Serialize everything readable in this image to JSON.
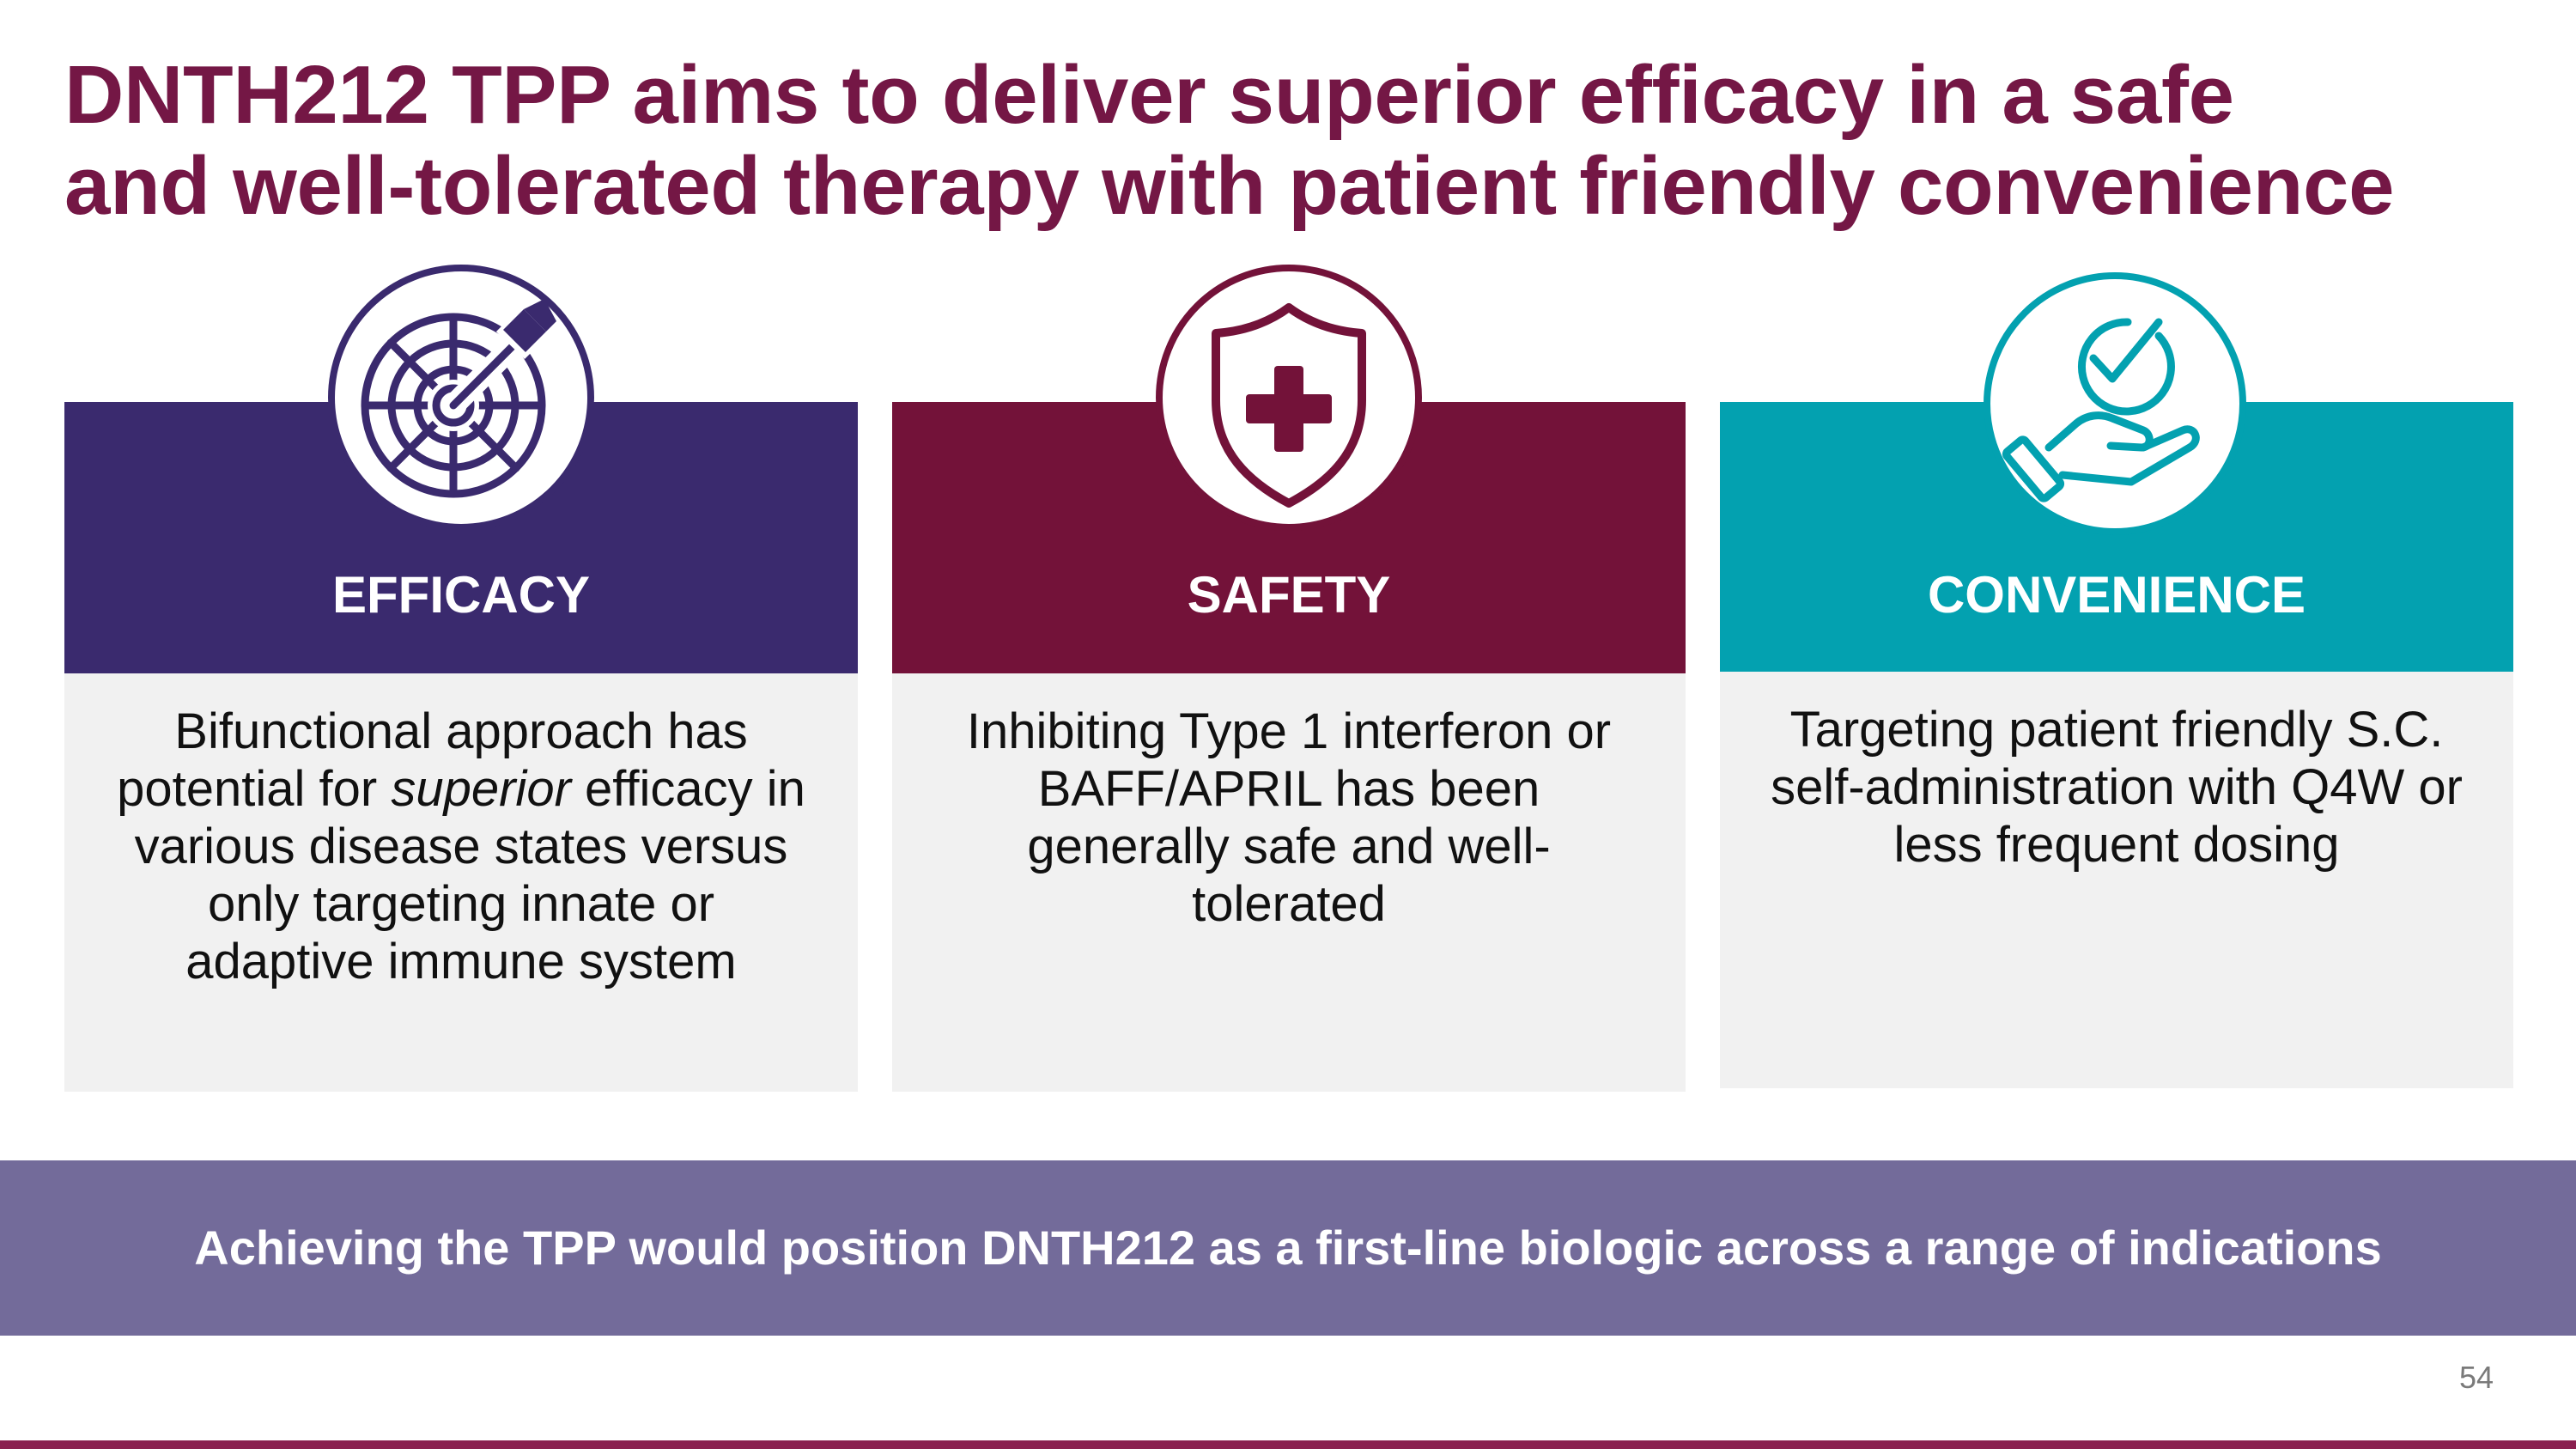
{
  "title": {
    "line1": "DNTH212 TPP aims to deliver superior efficacy in a safe",
    "line2": "and well-tolerated therapy with patient friendly convenience"
  },
  "cards": [
    {
      "label": "EFFICACY",
      "icon": "target-dart-icon",
      "color": "#3a2a6e",
      "text": {
        "line1": "Bifunctional approach has",
        "line2_before": "potential for ",
        "line2_em": "superior",
        "line2_after": " efficacy in",
        "line3": "various disease states versus",
        "line4": "only targeting innate or",
        "line5": "adaptive immune system"
      }
    },
    {
      "label": "SAFETY",
      "icon": "shield-cross-icon",
      "color": "#731239",
      "text": {
        "line1": "Inhibiting Type 1 interferon or",
        "line2": "BAFF/APRIL has been",
        "line3": "generally safe and well-",
        "line4": "tolerated"
      }
    },
    {
      "label": "CONVENIENCE",
      "icon": "hand-checkmark-icon",
      "color": "#03a1b0",
      "text": {
        "line1": "Targeting patient friendly S.C.",
        "line2": "self-administration with Q4W or",
        "line3": "less frequent dosing"
      }
    }
  ],
  "banner": {
    "text": "Achieving the TPP would position DNTH212 as a first-line biologic across a range of indications",
    "color": "#736b9a"
  },
  "page_number": "54"
}
